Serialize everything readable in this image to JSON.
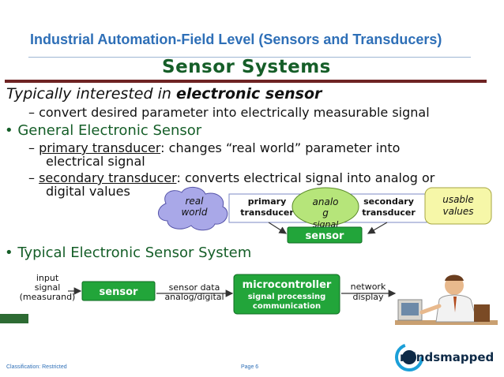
{
  "header": {
    "title": "Industrial Automation-Field Level (Sensors and Transducers)"
  },
  "slide": {
    "heading": "Sensor Systems",
    "line1_prefix": "Typically interested in ",
    "line1_emph": "electronic sensor",
    "line2": "– convert desired parameter into electrically measurable signal",
    "line3": "• General Electronic Sensor",
    "line4_dash": "– ",
    "line4_term": "primary transducer",
    "line4_rest": ": changes “real world” parameter into",
    "line5": "electrical signal",
    "line6_dash": "– ",
    "line6_term": "secondary transducer",
    "line6_rest": ": converts electrical signal into analog or",
    "line7": "digital values",
    "line8": "• Typical Electronic Sensor System"
  },
  "diagram1": {
    "real_world_1": "real",
    "real_world_2": "world",
    "primary_1": "primary",
    "primary_2": "transducer",
    "analog_1": "analo",
    "analog_2": "g",
    "analog_3": "signal",
    "secondary_1": "secondary",
    "secondary_2": "transducer",
    "usable_1": "usable",
    "usable_2": "values",
    "sensor": "sensor"
  },
  "diagram2": {
    "input_1": "input",
    "input_2": "signal",
    "input_3": "(measurand)",
    "sensor": "sensor",
    "data_1": "sensor data",
    "data_2": "analog/digital",
    "mc_1": "microcontroller",
    "mc_2": "signal processing",
    "mc_3": "communication",
    "net_1": "network",
    "net_2": "display"
  },
  "footer": {
    "classification": "Classification: Restricted",
    "page": "Page 6"
  },
  "logo": {
    "text": "mindsmapped"
  },
  "colors": {
    "title_blue": "#2e6fb7",
    "heading_green": "#155e28",
    "box_green": "#22a53a",
    "cloud_blue": "#a9a8e8",
    "usable_yellow": "#f6f7a8",
    "analog_green": "#b6e57a",
    "rule_maroon": "#6e2323"
  }
}
